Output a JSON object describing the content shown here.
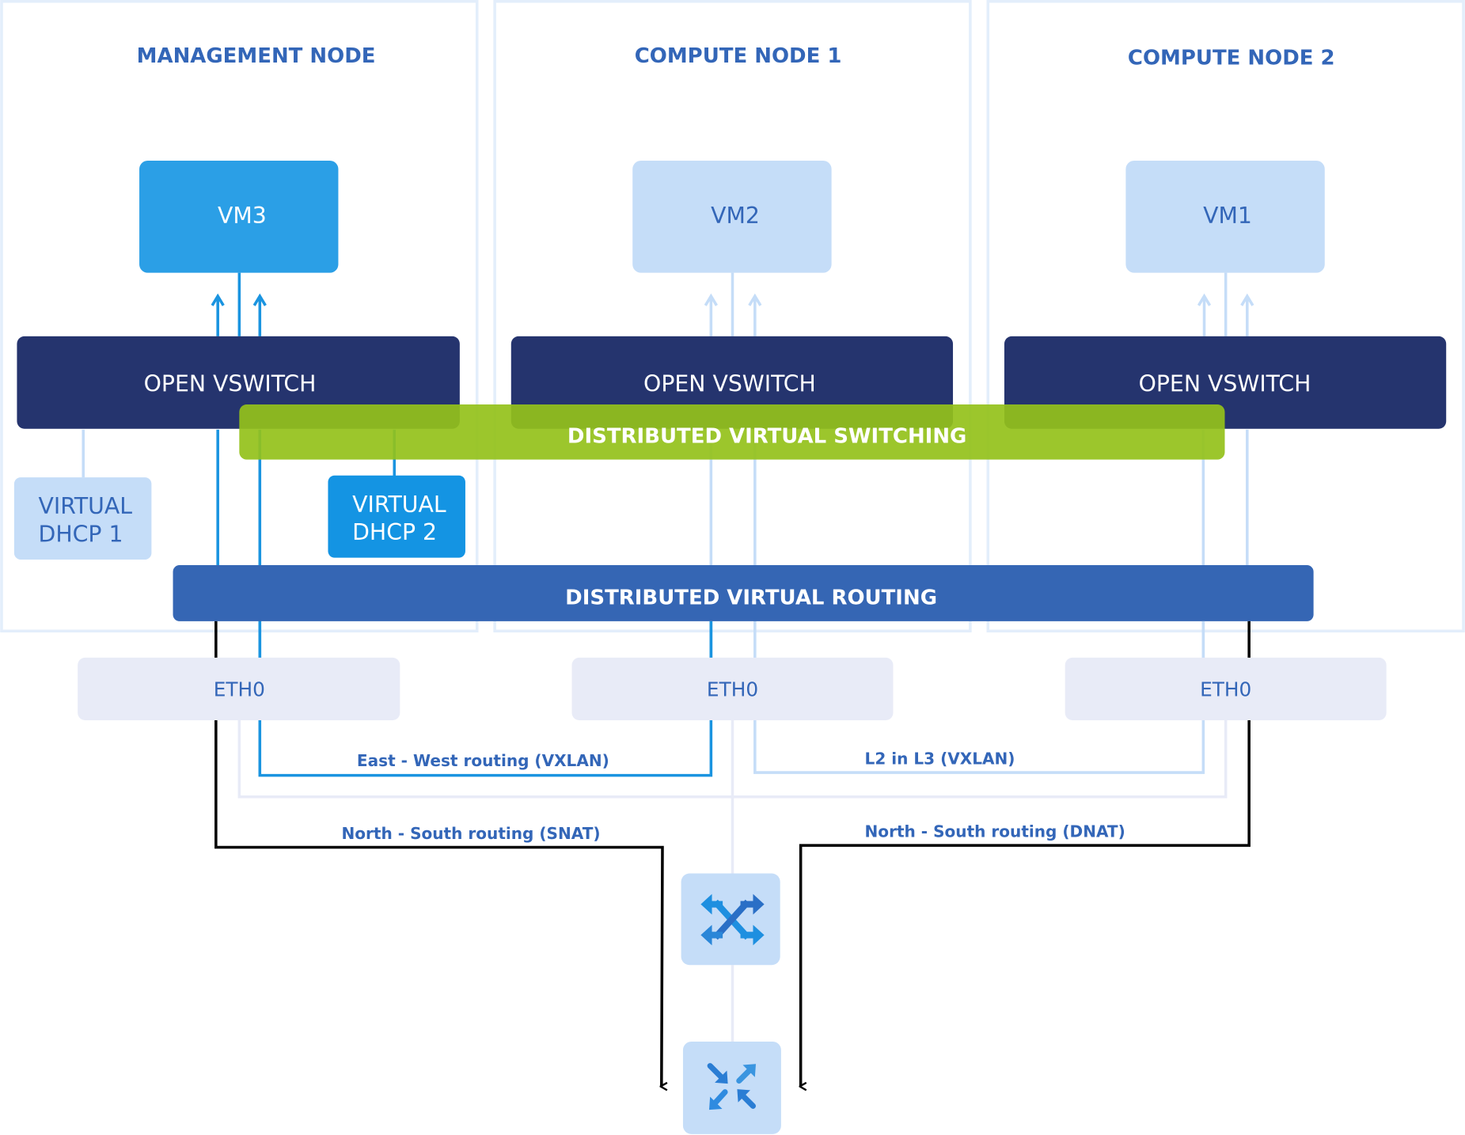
{
  "nodes": [
    {
      "title": "MANAGEMENT NODE",
      "vm": "VM3",
      "switch": "OPEN VSWITCH",
      "eth": "ETH0"
    },
    {
      "title": "COMPUTE NODE 1",
      "vm": "VM2",
      "switch": "OPEN VSWITCH",
      "eth": "ETH0"
    },
    {
      "title": "COMPUTE NODE 2",
      "vm": "VM1",
      "switch": "OPEN VSWITCH",
      "eth": "ETH0"
    }
  ],
  "dhcp": [
    {
      "line1": "VIRTUAL",
      "line2": "DHCP 1"
    },
    {
      "line1": "VIRTUAL",
      "line2": "DHCP 2"
    }
  ],
  "bars": {
    "switching": "DISTRIBUTED VIRTUAL SWITCHING",
    "routing": "DISTRIBUTED VIRTUAL ROUTING"
  },
  "routes": {
    "east_west": "East - West routing (VXLAN)",
    "l2_in_l3": "L2 in L3 (VXLAN)",
    "snat": "North - South routing (SNAT)",
    "dnat": "North - South routing (DNAT)"
  },
  "icons": {
    "physical_switch": "switch-icon",
    "router": "router-icon"
  },
  "colors": {
    "title_blue": "#3366b8",
    "vm_active": "#2b9fe6",
    "vm_inactive": "#c5ddf8",
    "vswitch": "#25346e",
    "switching_bar": "#95c11a",
    "routing_bar": "#3566b4",
    "eth_box": "#e8ebf7",
    "active_line": "#1a94e0",
    "inactive_line": "#c5ddf8",
    "external_line": "#000000"
  }
}
